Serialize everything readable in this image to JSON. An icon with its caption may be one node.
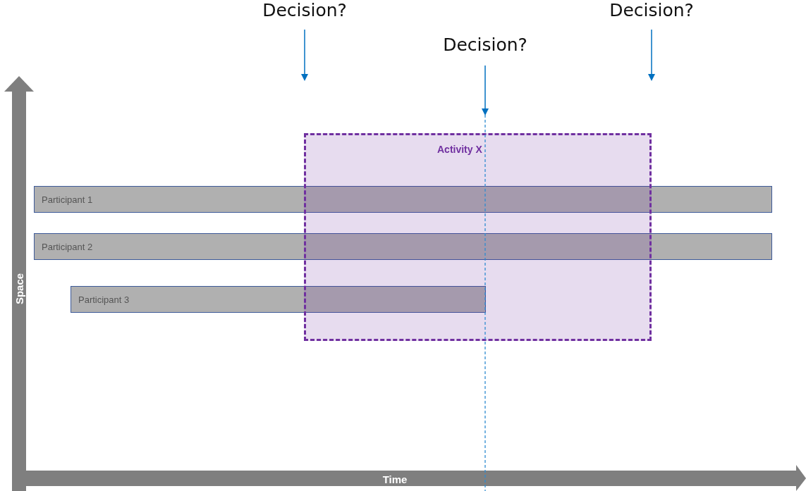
{
  "diagram": {
    "nodes": [
      {
        "text": [
          "Decision?"
        ]
      },
      {
        "text": [
          "Decision?"
        ]
      },
      {
        "text": [
          "Decision?"
        ]
      },
      {
        "text": [
          "Activity X"
        ]
      },
      {
        "text": [
          "Participant 1"
        ]
      },
      {
        "text": [
          "Participant 2"
        ]
      },
      {
        "text": [
          "Participant 3"
        ]
      }
    ],
    "edges": [
      {
        "from": 0,
        "to": null,
        "arrow": "to"
      },
      {
        "from": 1,
        "to": null,
        "arrow": "to"
      },
      {
        "from": 2,
        "to": 3,
        "arrow": "to"
      }
    ],
    "labels": [
      "Space",
      "Time"
    ]
  }
}
